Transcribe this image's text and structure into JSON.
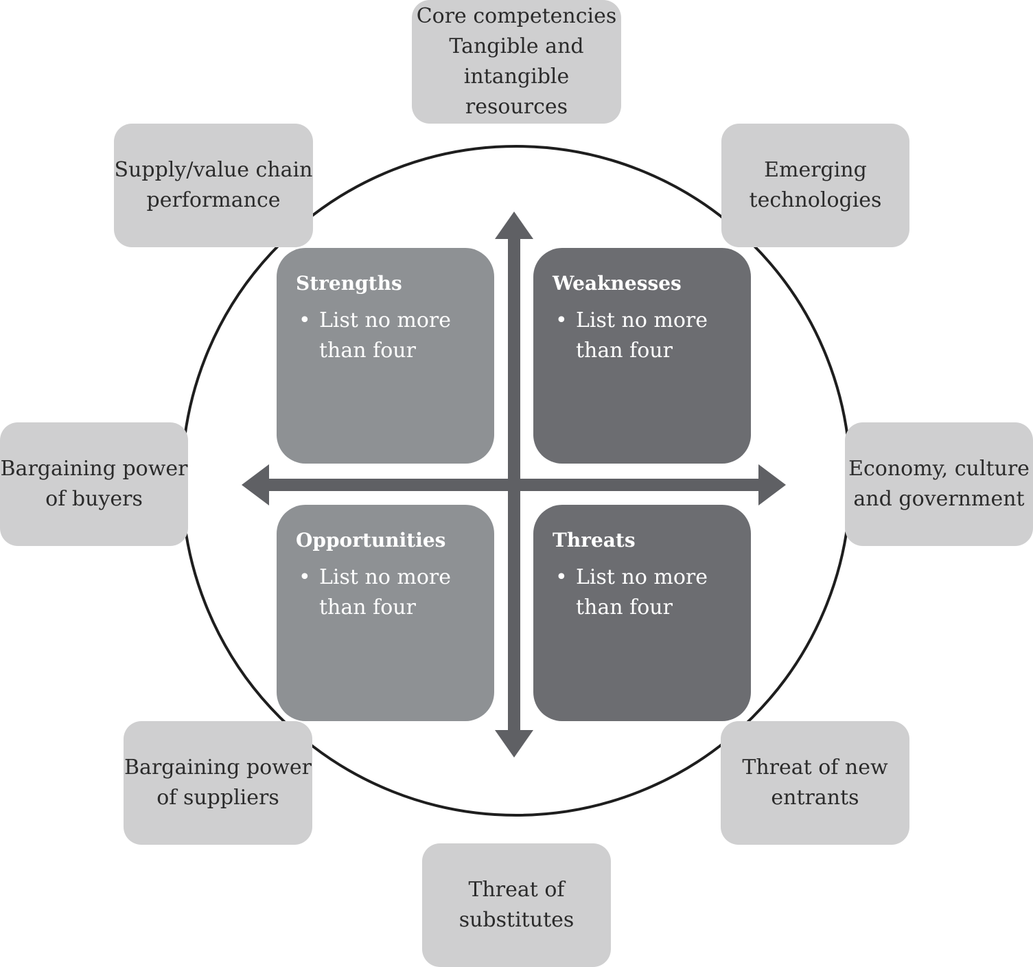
{
  "factors": {
    "core": {
      "lines": [
        "Core competencies",
        "Tangible and",
        "intangible",
        "resources"
      ]
    },
    "supply": {
      "lines": [
        "Supply/value chain",
        "performance"
      ]
    },
    "emerging": {
      "lines": [
        "Emerging",
        "technologies"
      ]
    },
    "buyers": {
      "lines": [
        "Bargaining power",
        "of buyers"
      ]
    },
    "economy": {
      "lines": [
        "Economy, culture",
        "and government"
      ]
    },
    "suppliers": {
      "lines": [
        "Bargaining power",
        "of suppliers"
      ]
    },
    "entrants": {
      "lines": [
        "Threat of new",
        "entrants"
      ]
    },
    "substitutes": {
      "lines": [
        "Threat of",
        "substitutes"
      ]
    }
  },
  "quadrants": {
    "strengths": {
      "title": "Strengths",
      "bullet": "List no more than four"
    },
    "weaknesses": {
      "title": "Weaknesses",
      "bullet": "List no more than four"
    },
    "opportunities": {
      "title": "Opportunities",
      "bullet": "List no more than four"
    },
    "threats": {
      "title": "Threats",
      "bullet": "List no more than four"
    }
  },
  "bullet_symbol": "•",
  "colors": {
    "factor_box": "#cfcfd0",
    "quadrant_light": "#8e9194",
    "quadrant_dark": "#6c6d71",
    "arrows": "#5f6064",
    "circle": "#1e1e1e"
  }
}
